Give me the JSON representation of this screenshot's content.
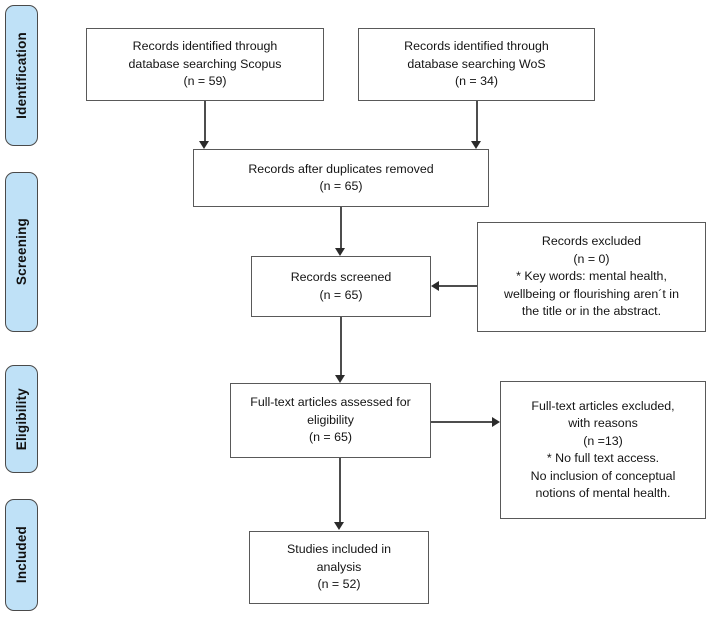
{
  "diagram": {
    "type": "prisma-flow-diagram",
    "title": "",
    "colors": {
      "stage_fill": "#bfe1f7",
      "stage_border": "#4a4a4a",
      "node_border": "#595959",
      "connector": "#4d4d4d",
      "background": "#ffffff",
      "text": "#141414"
    }
  },
  "stages": [
    {
      "id": "identification",
      "label": "Identification"
    },
    {
      "id": "screening",
      "label": "Screening"
    },
    {
      "id": "eligibility",
      "label": "Eligibility"
    },
    {
      "id": "included",
      "label": "Included"
    }
  ],
  "nodes": {
    "records_scopus": {
      "text": "Records identified through\ndatabase searching Scopus\n(n = 59)",
      "n": 59,
      "stage": "identification"
    },
    "records_wos": {
      "text": "Records identified through\ndatabase searching WoS\n(n = 34)",
      "n": 34,
      "stage": "identification"
    },
    "duplicates_removed": {
      "text": "Records after duplicates removed\n(n = 65)",
      "n": 65,
      "stage": "identification"
    },
    "records_screened": {
      "text": "Records screened\n(n = 65)",
      "n": 65,
      "stage": "screening"
    },
    "records_excluded": {
      "text": "Records excluded\n(n = 0)\n* Key words: mental health,\nwellbeing or flourishing aren´t in\nthe title or in the abstract.",
      "n": 0,
      "stage": "screening"
    },
    "fulltext_assessed": {
      "text": "Full-text articles assessed for\neligibility\n(n = 65)",
      "n": 65,
      "stage": "eligibility"
    },
    "fulltext_excluded": {
      "text": "Full-text articles excluded,\nwith reasons\n(n =13)\n* No full text access.\nNo inclusion of conceptual\nnotions of mental health.",
      "n": 13,
      "stage": "eligibility"
    },
    "studies_included": {
      "text": "Studies included in\nanalysis\n(n = 52)",
      "n": 52,
      "stage": "included"
    }
  },
  "connectors": [
    {
      "from": "records_scopus",
      "to": "duplicates_removed",
      "direction": "down"
    },
    {
      "from": "records_wos",
      "to": "duplicates_removed",
      "direction": "down"
    },
    {
      "from": "duplicates_removed",
      "to": "records_screened",
      "direction": "down"
    },
    {
      "from": "records_excluded",
      "to": "records_screened",
      "direction": "left"
    },
    {
      "from": "records_screened",
      "to": "fulltext_assessed",
      "direction": "down"
    },
    {
      "from": "fulltext_assessed",
      "to": "fulltext_excluded",
      "direction": "right"
    },
    {
      "from": "fulltext_assessed",
      "to": "studies_included",
      "direction": "down"
    }
  ]
}
